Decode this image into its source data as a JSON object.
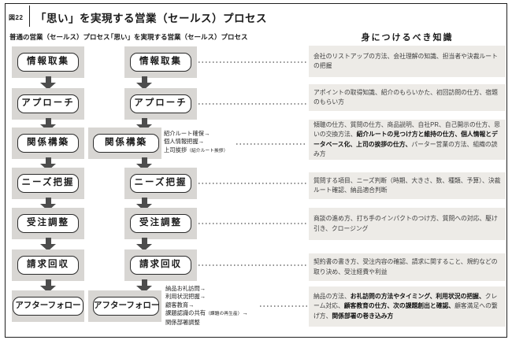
{
  "figure": {
    "tag_label": "図22",
    "title": "「思い」を実現する営業（セールス）プロセス"
  },
  "headers": {
    "normal_process": "普通の営業（セールス）プロセス",
    "omoi_process": "「思い」を実現する営業（セールス）プロセス",
    "knowledge": "身につけるべき知識"
  },
  "process_steps": [
    "情報取集",
    "アプローチ",
    "関係構築",
    "ニーズ把握",
    "受注調整",
    "請求回収",
    "アフターフォロー"
  ],
  "step_annotations": {
    "kankei_kochiku": [
      {
        "text": "紹介ルート確保→"
      },
      {
        "text": "個人情報把握→"
      },
      {
        "text": "上司挨拶",
        "small": "（紹介ルート挨拶）"
      }
    ],
    "after_follow": [
      {
        "text": "納品お礼訪問→"
      },
      {
        "text": "利用状況把握→"
      },
      {
        "text": "顧客教育→"
      },
      {
        "text": "課題認識の共有",
        "small": "（課題の再生産）",
        "after": "→"
      },
      {
        "text": "関係部署調整"
      }
    ]
  },
  "knowledge_blocks": [
    {
      "segments": [
        {
          "text": "会社のリストアップの方法、会社理解の知識、担当者や決裁ルートの把握",
          "bold": false
        }
      ]
    },
    {
      "segments": [
        {
          "text": "アポイントの取得知識、紹介のもらいかた、初回訪問の仕方、宿題のもらい方",
          "bold": false
        }
      ]
    },
    {
      "segments": [
        {
          "text": "傾聴の仕方、質問の仕方、商品説明、自社PR、自己開示の仕方、思いの交換方法、",
          "bold": false
        },
        {
          "text": "紹介ルートの見つけ方と維持の仕方、個人情報とデータベース化、上司の挨拶の仕方、",
          "bold": true
        },
        {
          "text": "パーター営業の方法、組織の読み方",
          "bold": false
        }
      ]
    },
    {
      "segments": [
        {
          "text": "質問する項目、ニーズ判断（時期、大きさ、数、種類、予算）、決裁ルート確認、納品適合判断",
          "bold": false
        }
      ]
    },
    {
      "segments": [
        {
          "text": "商談の進め方、打ち手のインパクトのつけ方、質問への対応、駆け引き、クロージング",
          "bold": false
        }
      ]
    },
    {
      "segments": [
        {
          "text": "契約書の書き方、受注内容の確認、請求に関すること、規約などの取り決め、受注経費や利益",
          "bold": false
        }
      ]
    },
    {
      "segments": [
        {
          "text": "納品の方法、",
          "bold": false
        },
        {
          "text": "お礼訪問の方法やタイミング、利用状況の把握、",
          "bold": true
        },
        {
          "text": "クレーム対応、",
          "bold": false
        },
        {
          "text": "顧客教育の仕方、次の課題創出と確認、",
          "bold": true
        },
        {
          "text": "顧客満足への繋げ方、",
          "bold": false
        },
        {
          "text": "関係部署の巻き込み方",
          "bold": true
        }
      ]
    }
  ],
  "colors": {
    "strip": "#d8d6d3",
    "knowledge_block_bg": "#edebe7",
    "arrow": "#4d4d4d",
    "box_border": "#2b2b2b",
    "frame": "#1f1f1f",
    "dotted_line": "#8f8f8f"
  }
}
